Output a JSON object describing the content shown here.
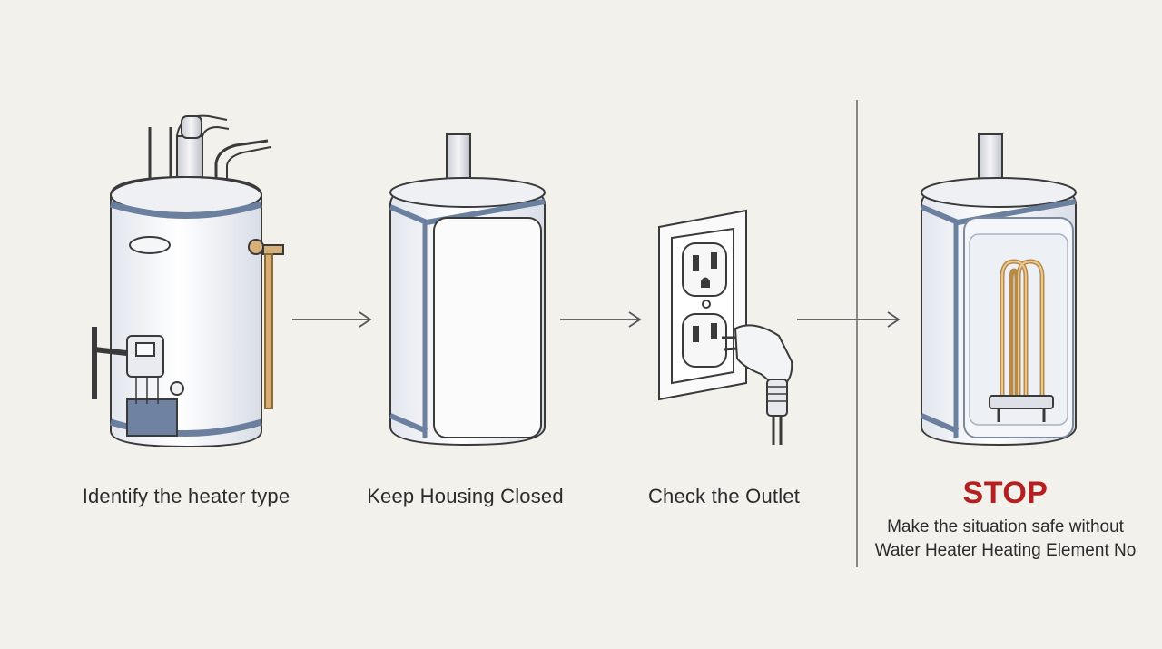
{
  "steps": [
    {
      "caption": "Identify the heater type",
      "icon": "water-heater-icon"
    },
    {
      "caption": "Keep Housing Closed",
      "icon": "closed-housing-icon"
    },
    {
      "caption": "Check the Outlet",
      "icon": "wall-outlet-plug-icon"
    }
  ],
  "stop": {
    "title": "STOP",
    "line1": "Make the situation safe without",
    "line2": "Water Heater Heating Element No",
    "icon": "heating-element-icon"
  },
  "colors": {
    "background": "#f3f1ec",
    "stroke": "#3a3a3a",
    "band": "#6b7f9e",
    "copper": "#c99a5a",
    "stop": "#b3201f"
  }
}
